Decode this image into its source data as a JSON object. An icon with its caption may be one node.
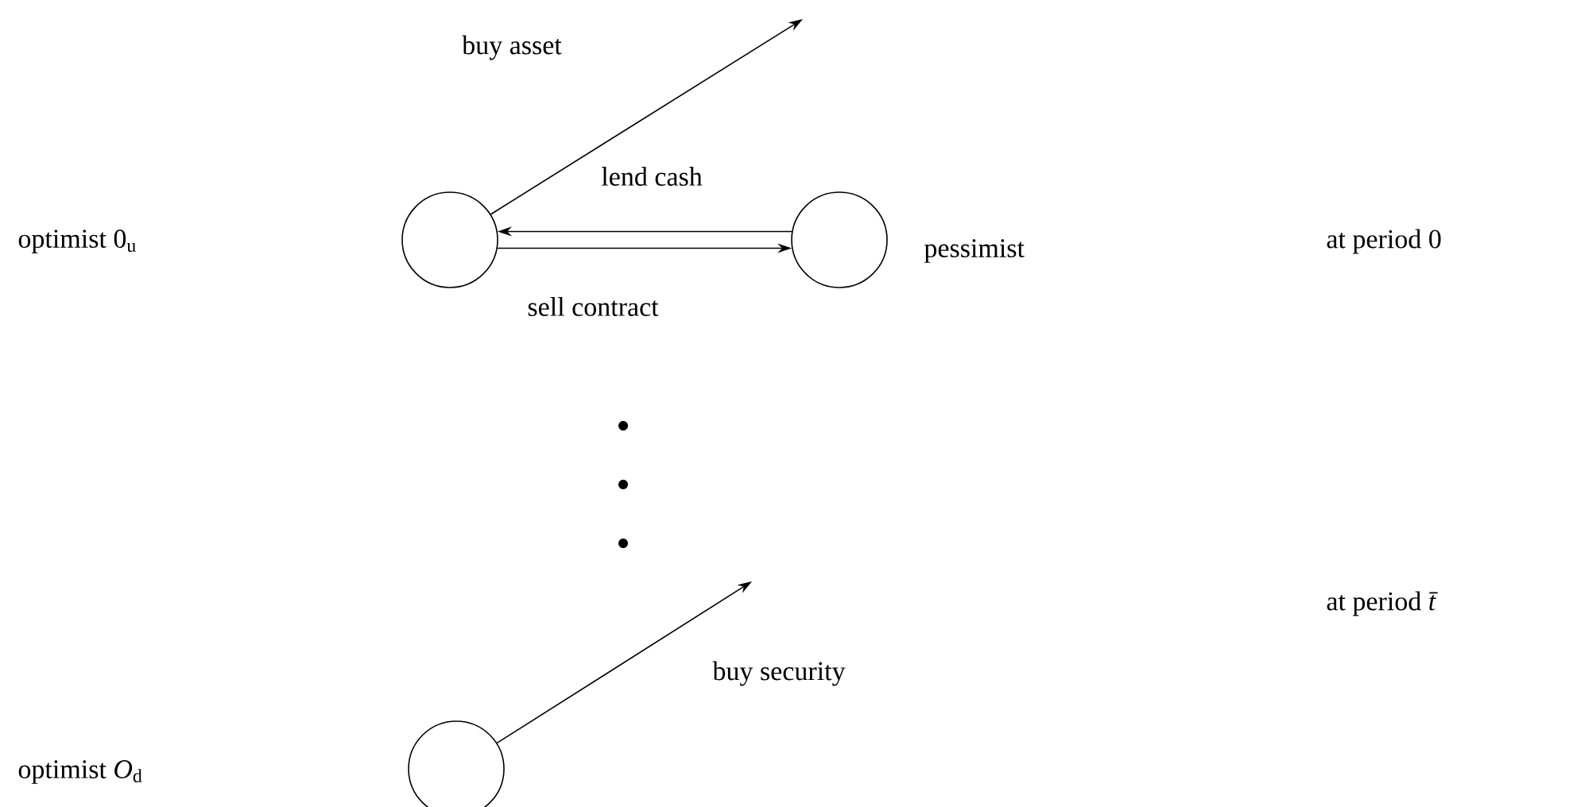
{
  "diagram": {
    "nodes": [
      {
        "text": [],
        "shape": "circle"
      },
      {
        "text": [],
        "shape": "circle",
        "beside": [
          "pessimist"
        ]
      },
      {
        "text": [],
        "shape": "circle"
      }
    ],
    "edges": [
      {
        "from": 0,
        "to": null,
        "arrow": "to",
        "label": "buy asset"
      },
      {
        "from": 1,
        "to": 0,
        "arrow": "to",
        "label": "lend cash"
      },
      {
        "from": 0,
        "to": 1,
        "arrow": "to",
        "label": "sell contract"
      },
      {
        "from": 2,
        "to": null,
        "arrow": "to",
        "label": "buy security"
      }
    ],
    "labels": [
      "optimist 0$_{u}$",
      "at period 0",
      "at period *t̄*",
      "optimist *O*$_{d}$"
    ]
  }
}
